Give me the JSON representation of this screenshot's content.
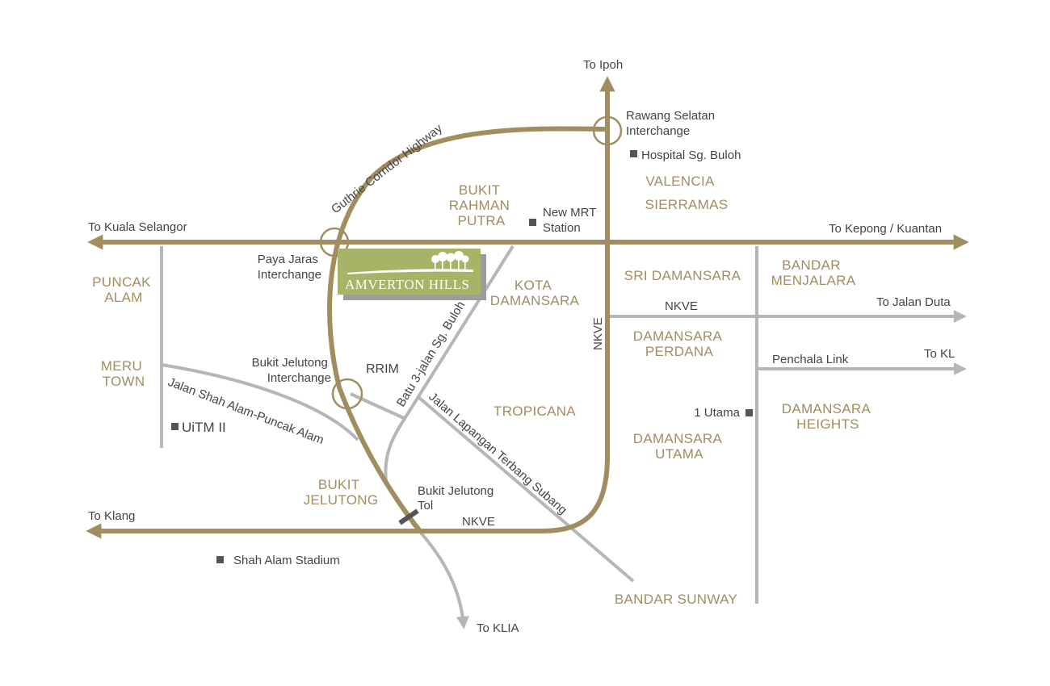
{
  "colors": {
    "main_road": "#a08e61",
    "minor_road": "#b6b6b8",
    "label_text": "#444444",
    "area_text": "#a08e61",
    "brand_box": "#a5b467",
    "brand_shadow": "#9c9c9c",
    "marker": "#555555"
  },
  "directions": {
    "to_ipoh": "To Ipoh",
    "to_kuala_selangor": "To Kuala Selangor",
    "to_kepong_kuantan": "To Kepong / Kuantan",
    "to_jalan_duta": "To Jalan Duta",
    "to_kl": "To KL",
    "to_klang": "To Klang",
    "to_klia": "To KLIA"
  },
  "roads": {
    "guthrie": "Guthrie Corridor Highway",
    "nkve_vertical": "NKVE",
    "nkve_east": "NKVE",
    "nkve_south": "NKVE",
    "penchala": "Penchala Link",
    "batu3": "Batu 3-jalan Sg. Buloh",
    "shah_alam": "Jalan Shah Alam-Puncak Alam",
    "lapangan": "Jalan Lapangan Terbang Subang"
  },
  "interchanges": {
    "rawang": [
      "Rawang Selatan",
      "Interchange"
    ],
    "paya_jaras": [
      "Paya Jaras",
      "Interchange"
    ],
    "bukit_jelutong": [
      "Bukit Jelutong",
      "Interchange"
    ],
    "toll": [
      "Bukit Jelutong",
      "Tol"
    ]
  },
  "landmarks": {
    "hospital": "Hospital Sg. Buloh",
    "mrt": [
      "New MRT",
      "Station"
    ],
    "uitm": "UiTM II",
    "one_utama": "1 Utama",
    "stadium": "Shah Alam Stadium",
    "rrim": "RRIM"
  },
  "areas": {
    "valencia": "VALENCIA",
    "sierramas": "SIERRAMAS",
    "bukit_rahman_putra": [
      "BUKIT",
      "RAHMAN",
      "PUTRA"
    ],
    "puncak_alam": [
      "PUNCAK",
      "ALAM"
    ],
    "kota_damansara": [
      "KOTA",
      "DAMANSARA"
    ],
    "sri_damansara": "SRI DAMANSARA",
    "bandar_menjalara": [
      "BANDAR",
      "MENJALARA"
    ],
    "damansara_perdana": [
      "DAMANSARA",
      "PERDANA"
    ],
    "meru_town": [
      "MERU",
      "TOWN"
    ],
    "tropicana": "TROPICANA",
    "damansara_heights": [
      "DAMANSARA",
      "HEIGHTS"
    ],
    "damansara_utama": [
      "DAMANSARA",
      "UTAMA"
    ],
    "bukit_jelutong": [
      "BUKIT",
      "JELUTONG"
    ],
    "bandar_sunway": "BANDAR SUNWAY"
  },
  "brand": {
    "name": "AMVERTON HILLS"
  }
}
